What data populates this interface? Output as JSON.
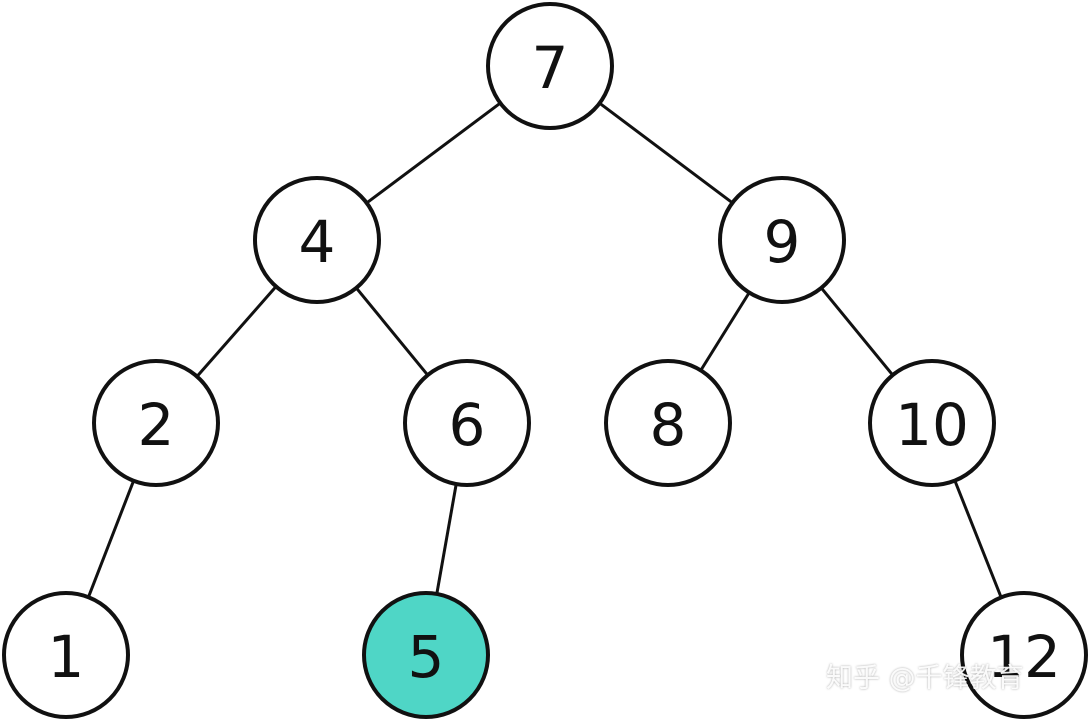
{
  "diagram": {
    "type": "binary-search-tree",
    "colors": {
      "node_fill": "#ffffff",
      "highlight_fill": "#4fd6c6",
      "stroke": "#111111",
      "edge": "#111111"
    },
    "nodes": [
      {
        "id": "n7",
        "label": "7"
      },
      {
        "id": "n4",
        "label": "4"
      },
      {
        "id": "n9",
        "label": "9"
      },
      {
        "id": "n2",
        "label": "2"
      },
      {
        "id": "n6",
        "label": "6"
      },
      {
        "id": "n8",
        "label": "8"
      },
      {
        "id": "n10",
        "label": "10"
      },
      {
        "id": "n1",
        "label": "1"
      },
      {
        "id": "n5",
        "label": "5",
        "highlighted": true
      },
      {
        "id": "n12",
        "label": "12"
      }
    ],
    "edges": [
      {
        "from": "n7",
        "to": "n4"
      },
      {
        "from": "n7",
        "to": "n9"
      },
      {
        "from": "n4",
        "to": "n2"
      },
      {
        "from": "n4",
        "to": "n6"
      },
      {
        "from": "n9",
        "to": "n8"
      },
      {
        "from": "n9",
        "to": "n10"
      },
      {
        "from": "n2",
        "to": "n1"
      },
      {
        "from": "n6",
        "to": "n5"
      },
      {
        "from": "n10",
        "to": "n12"
      }
    ]
  },
  "watermark": "知乎 @千锋教育"
}
